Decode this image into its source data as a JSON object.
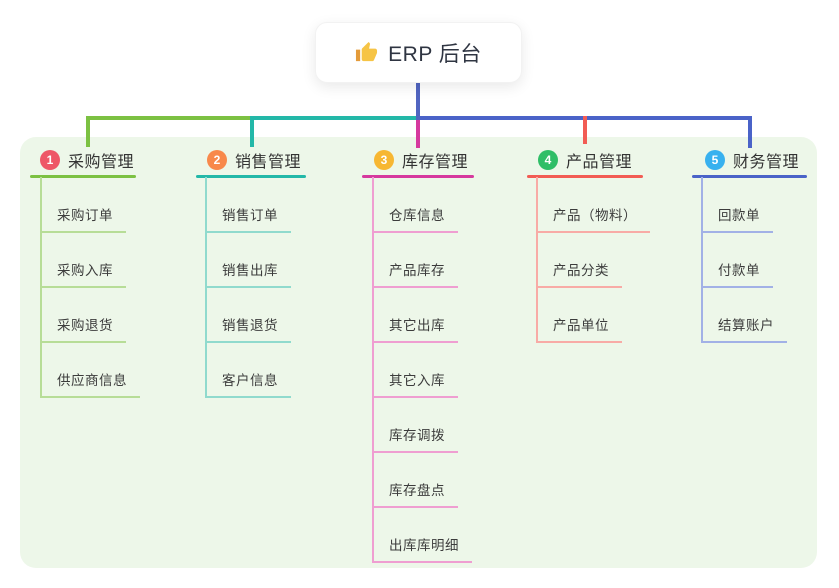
{
  "root": {
    "label": "ERP 后台",
    "icon": "thumbs-up-icon",
    "icon_colors": {
      "hand": "#f6c445",
      "cuff": "#e49b3a"
    }
  },
  "trunk_color": "#5165c1",
  "panel_bg": "#edf7e9",
  "page_bg": "#ffffff",
  "branches": [
    {
      "num": "1",
      "label": "采购管理",
      "badge_color": "#ee5767",
      "line_color": "#7cc142",
      "sub_line_color": "#b7dd97",
      "children": [
        "采购订单",
        "采购入库",
        "采购退货",
        "供应商信息"
      ]
    },
    {
      "num": "2",
      "label": "销售管理",
      "badge_color": "#f8894b",
      "line_color": "#23b8a8",
      "sub_line_color": "#90dacd",
      "children": [
        "销售订单",
        "销售出库",
        "销售退货",
        "客户信息"
      ]
    },
    {
      "num": "3",
      "label": "库存管理",
      "badge_color": "#f7b732",
      "line_color": "#d6399e",
      "sub_line_color": "#ef9ed1",
      "children": [
        "仓库信息",
        "产品库存",
        "其它出库",
        "其它入库",
        "库存调拨",
        "库存盘点",
        "出库库明细"
      ]
    },
    {
      "num": "4",
      "label": "产品管理",
      "badge_color": "#2fbe67",
      "line_color": "#f25c54",
      "sub_line_color": "#f8aba6",
      "children": [
        "产品（物料）",
        "产品分类",
        "产品单位"
      ]
    },
    {
      "num": "5",
      "label": "财务管理",
      "badge_color": "#38b1ef",
      "line_color": "#4a63c8",
      "sub_line_color": "#a2b1e6",
      "children": [
        "回款单",
        "付款单",
        "结算账户"
      ]
    }
  ]
}
